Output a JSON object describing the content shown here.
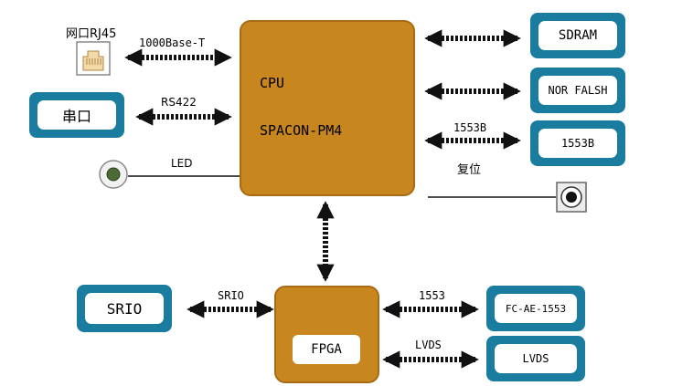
{
  "cpu": {
    "title": "CPU",
    "model": "SPACON-PM4"
  },
  "fpga": {
    "label": "FPGA"
  },
  "left": {
    "eth": {
      "caption": "网口RJ45",
      "link": "1000Base-T"
    },
    "serial": {
      "label": "串口",
      "link": "RS422"
    },
    "led": {
      "link": "LED"
    },
    "srio": {
      "label": "SRIO",
      "link": "SRIO"
    }
  },
  "right": {
    "sdram": {
      "label": "SDRAM"
    },
    "nor": {
      "label": "NOR FALSH"
    },
    "b1553": {
      "label": "1553B",
      "link": "1553B"
    },
    "reset": {
      "link": "复位"
    },
    "fcae": {
      "label": "FC-AE-1553",
      "link": "1553"
    },
    "lvds": {
      "label": "LVDS",
      "link": "LVDS"
    }
  },
  "colors": {
    "block": "#c8861f",
    "box": "#1a7da0",
    "arrow": "#111111"
  }
}
